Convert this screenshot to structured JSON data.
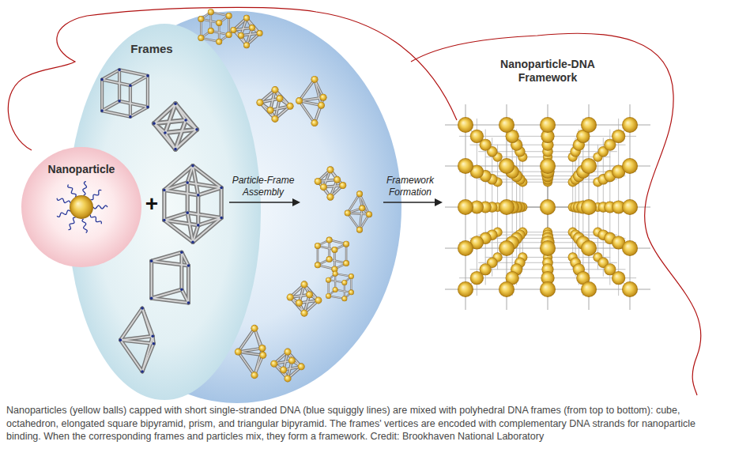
{
  "diagram": {
    "caption": "Nanoparticles (yellow balls) capped with short single-stranded DNA (blue squiggly lines) are mixed with polyhedral DNA frames (from top to bottom): cube, octahedron, elongated square bipyramid, prism, and triangular bipyramid. The frames' vertices are encoded with complementary DNA strands for nanoparticle binding. When the corresponding frames and particles mix, they form a framework. Credit: Brookhaven National Laboratory",
    "nodes": [
      {
        "text": [
          "Frames"
        ]
      },
      {
        "text": [
          "Nanoparticle"
        ]
      },
      {
        "text": [
          "Nanoparticle-DNA Framework"
        ]
      }
    ],
    "labels": [
      "+",
      "Particle-Frame Assembly",
      "Framework Formation"
    ]
  }
}
